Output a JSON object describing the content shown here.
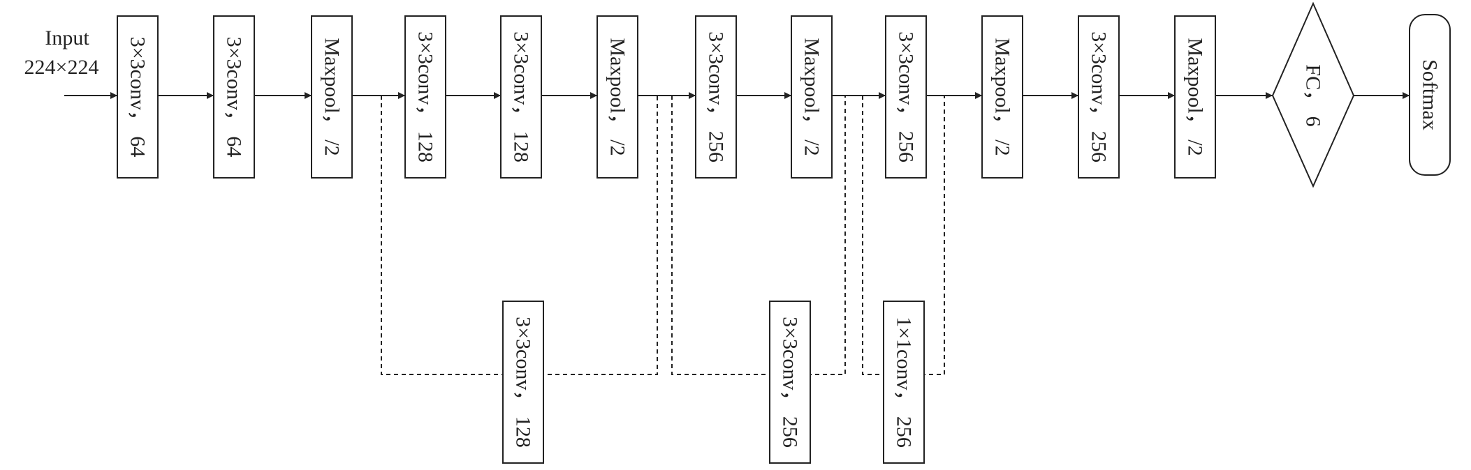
{
  "input": {
    "title": "Input",
    "size": "224×224"
  },
  "main_blocks": [
    {
      "label": "3×3conv， 64"
    },
    {
      "label": "3×3conv， 64"
    },
    {
      "label": "Maxpool， /2"
    },
    {
      "label": "3×3conv， 128"
    },
    {
      "label": "3×3conv， 128"
    },
    {
      "label": "Maxpool， /2"
    },
    {
      "label": "3×3conv， 256"
    },
    {
      "label": "Maxpool， /2"
    },
    {
      "label": "3×3conv， 256"
    },
    {
      "label": "Maxpool， /2"
    },
    {
      "label": "3×3conv， 256"
    },
    {
      "label": "Maxpool， /2"
    }
  ],
  "fc": {
    "label": "FC， 6"
  },
  "softmax": {
    "label": "Softmax"
  },
  "branches": [
    {
      "label": "3×3conv， 128"
    },
    {
      "label": "3×3conv， 256"
    },
    {
      "label": "1×1conv， 256"
    }
  ]
}
